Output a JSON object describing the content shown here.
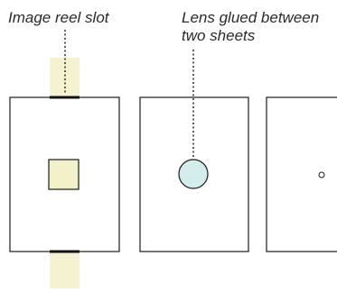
{
  "labels": {
    "image_reel_slot": "Image reel slot",
    "lens_line_1": "Lens glued between",
    "lens_line_2": "two sheets"
  },
  "colors": {
    "reel_slot_fill": "#f5f3cf",
    "image_square_fill": "#f3f1c8",
    "lens_fill": "#d3ecec",
    "outline": "#1a1a1a",
    "slot_edge": "#111111"
  }
}
